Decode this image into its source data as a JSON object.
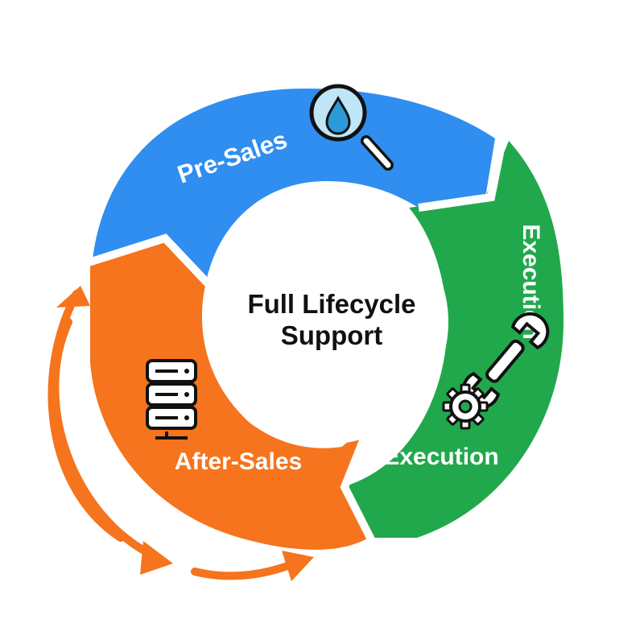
{
  "center": {
    "line1": "Full Lifecycle",
    "line2": "Support"
  },
  "segments": {
    "pre_sales": {
      "label": "Pre-Sales",
      "icon": "magnifier-droplet-icon",
      "color": "#2f8ef0"
    },
    "execution": {
      "label_vertical": "Execution",
      "label": "Execution",
      "icons": [
        "wrench-icon",
        "gear-icon"
      ],
      "color": "#22a84c"
    },
    "after_sales": {
      "label": "After-Sales",
      "icon": "server-icon",
      "color": "#f5741d"
    }
  },
  "loop_arrow_color": "#f5741d"
}
